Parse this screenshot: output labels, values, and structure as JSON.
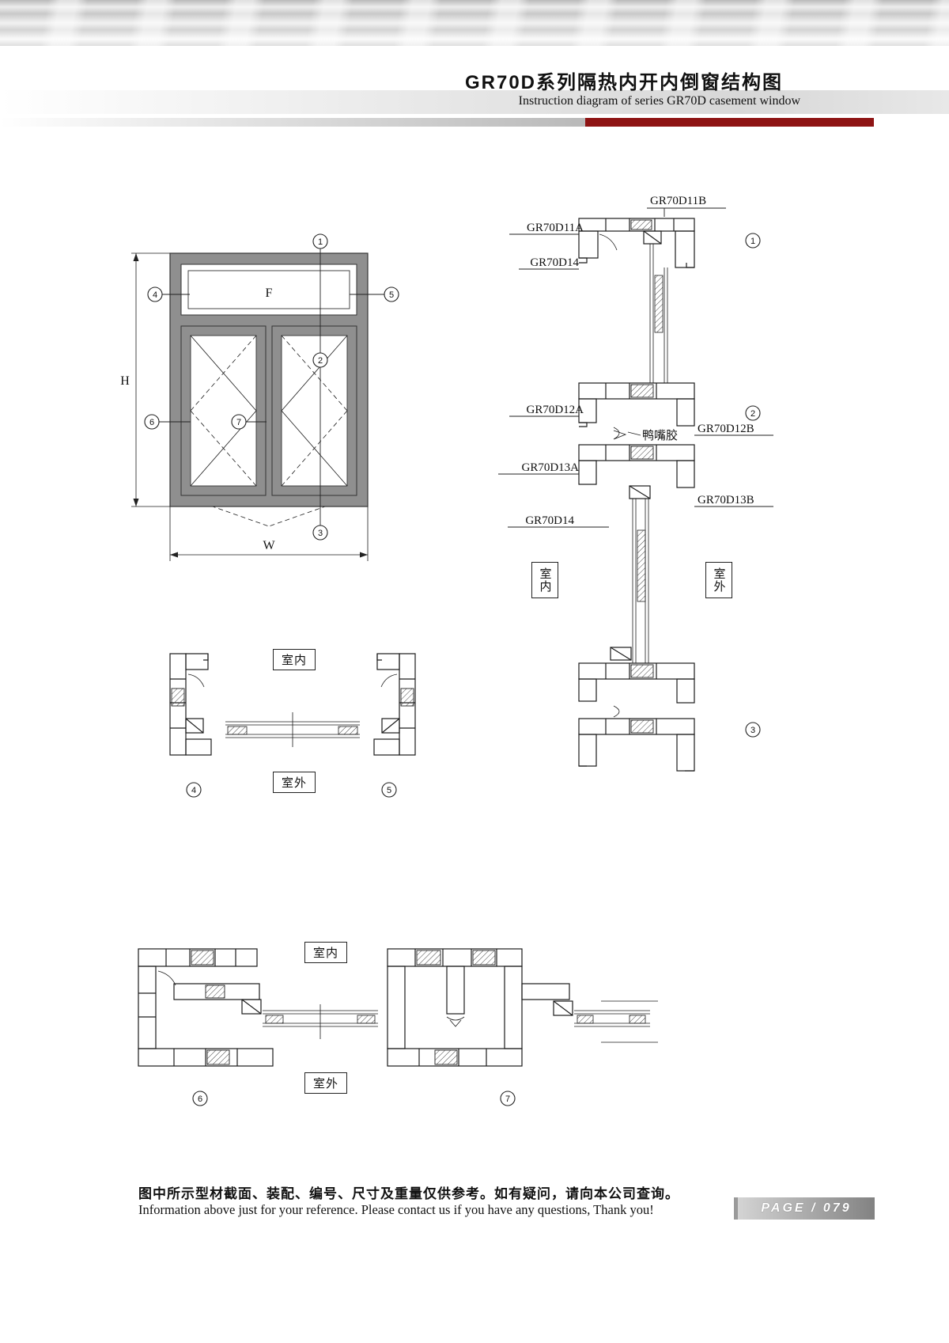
{
  "header": {
    "title": "GR70D系列隔热内开内倒窗结构图",
    "subtitle": "Instruction diagram of series GR70D casement window"
  },
  "elevation": {
    "fixed_pane_label": "F",
    "dim_height": "H",
    "dim_width": "W"
  },
  "callouts": {
    "c1": "1",
    "c2": "2",
    "c3": "3",
    "c4": "4",
    "c5": "5",
    "c6": "6",
    "c7": "7"
  },
  "labels": {
    "indoor": "室内",
    "outdoor": "室外",
    "duckbill_seal": "鸭嘴胶",
    "gr70d11a": "GR70D11A",
    "gr70d11b": "GR70D11B",
    "gr70d12a": "GR70D12A",
    "gr70d12b": "GR70D12B",
    "gr70d13a": "GR70D13A",
    "gr70d13b": "GR70D13B",
    "gr70d14": "GR70D14"
  },
  "footer": {
    "note_cn": "图中所示型材截面、装配、编号、尺寸及重量仅供参考。如有疑问，请向本公司查询。",
    "note_en": "Information above just for your reference. Please contact us if you have any questions, Thank you!",
    "page_label": "PAGE / 079"
  },
  "colors": {
    "accent_red": "#8e1414",
    "frame_gray": "#8f8f8f"
  }
}
